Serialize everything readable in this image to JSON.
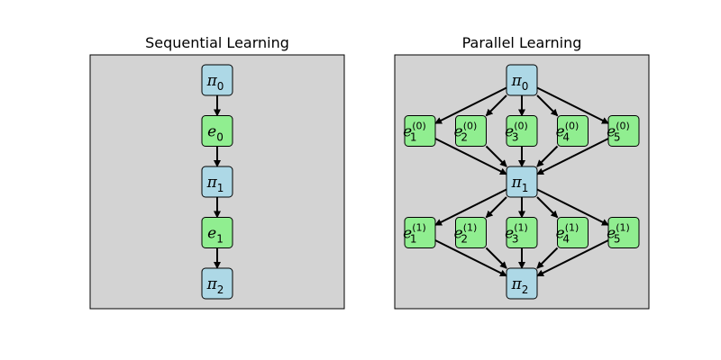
{
  "colors": {
    "panel_bg": "#d3d3d3",
    "policy_node": "#add8e6",
    "experience_node": "#90ee90",
    "edge": "#000000",
    "border": "#000000"
  },
  "panels": {
    "sequential": {
      "title": "Sequential Learning",
      "nodes": [
        {
          "kind": "policy",
          "base": "π",
          "sub": "0"
        },
        {
          "kind": "experience",
          "base": "e",
          "sub": "0"
        },
        {
          "kind": "policy",
          "base": "π",
          "sub": "1"
        },
        {
          "kind": "experience",
          "base": "e",
          "sub": "1"
        },
        {
          "kind": "policy",
          "base": "π",
          "sub": "2"
        }
      ]
    },
    "parallel": {
      "title": "Parallel Learning",
      "policies": [
        {
          "base": "π",
          "sub": "0"
        },
        {
          "base": "π",
          "sub": "1"
        },
        {
          "base": "π",
          "sub": "2"
        }
      ],
      "experience_rows": [
        [
          {
            "base": "e",
            "sub": "1",
            "sup": "(0)"
          },
          {
            "base": "e",
            "sub": "2",
            "sup": "(0)"
          },
          {
            "base": "e",
            "sub": "3",
            "sup": "(0)"
          },
          {
            "base": "e",
            "sub": "4",
            "sup": "(0)"
          },
          {
            "base": "e",
            "sub": "5",
            "sup": "(0)"
          }
        ],
        [
          {
            "base": "e",
            "sub": "1",
            "sup": "(1)"
          },
          {
            "base": "e",
            "sub": "2",
            "sup": "(1)"
          },
          {
            "base": "e",
            "sub": "3",
            "sup": "(1)"
          },
          {
            "base": "e",
            "sub": "4",
            "sup": "(1)"
          },
          {
            "base": "e",
            "sub": "5",
            "sup": "(1)"
          }
        ]
      ]
    }
  }
}
